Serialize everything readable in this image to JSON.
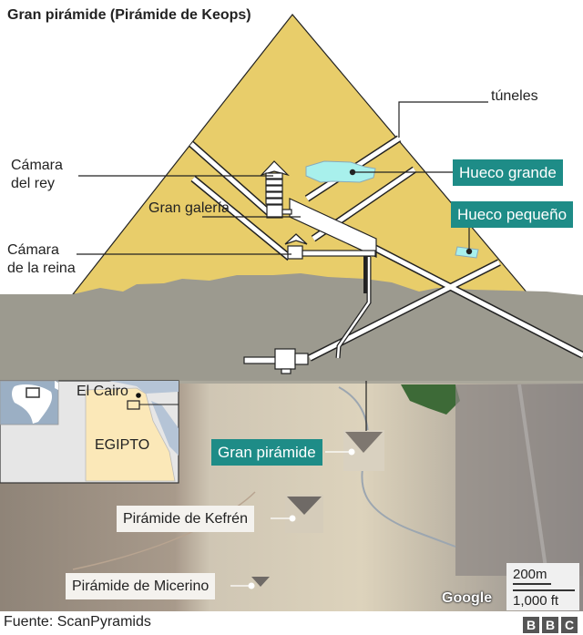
{
  "title": "Gran pirámide (Pirámide de Keops)",
  "diagram": {
    "labels": {
      "king_chamber": [
        "Cámara",
        "del rey"
      ],
      "queen_chamber": [
        "Cámara",
        "de la reina"
      ],
      "grand_gallery": "Gran galería",
      "tunnels": "túneles",
      "big_void": "Hueco grande",
      "small_void": "Hueco pequeño"
    },
    "colors": {
      "pyramid": "#e8cd6a",
      "ground": "#9c9a8f",
      "void": "#a8f0ec",
      "label_box": "#1e8c87"
    }
  },
  "map": {
    "inset": {
      "city": "El Cairo",
      "country": "EGIPTO"
    },
    "labels": {
      "great_pyramid": "Gran pirámide",
      "khafre": "Pirámide de Kefrén",
      "menkaure": "Pirámide de Micerino"
    },
    "scale": {
      "metric": "200m",
      "imperial": "1,000 ft"
    },
    "attribution": "Google"
  },
  "footer": {
    "source": "Fuente: ScanPyramids",
    "logo": [
      "B",
      "B",
      "C"
    ]
  }
}
